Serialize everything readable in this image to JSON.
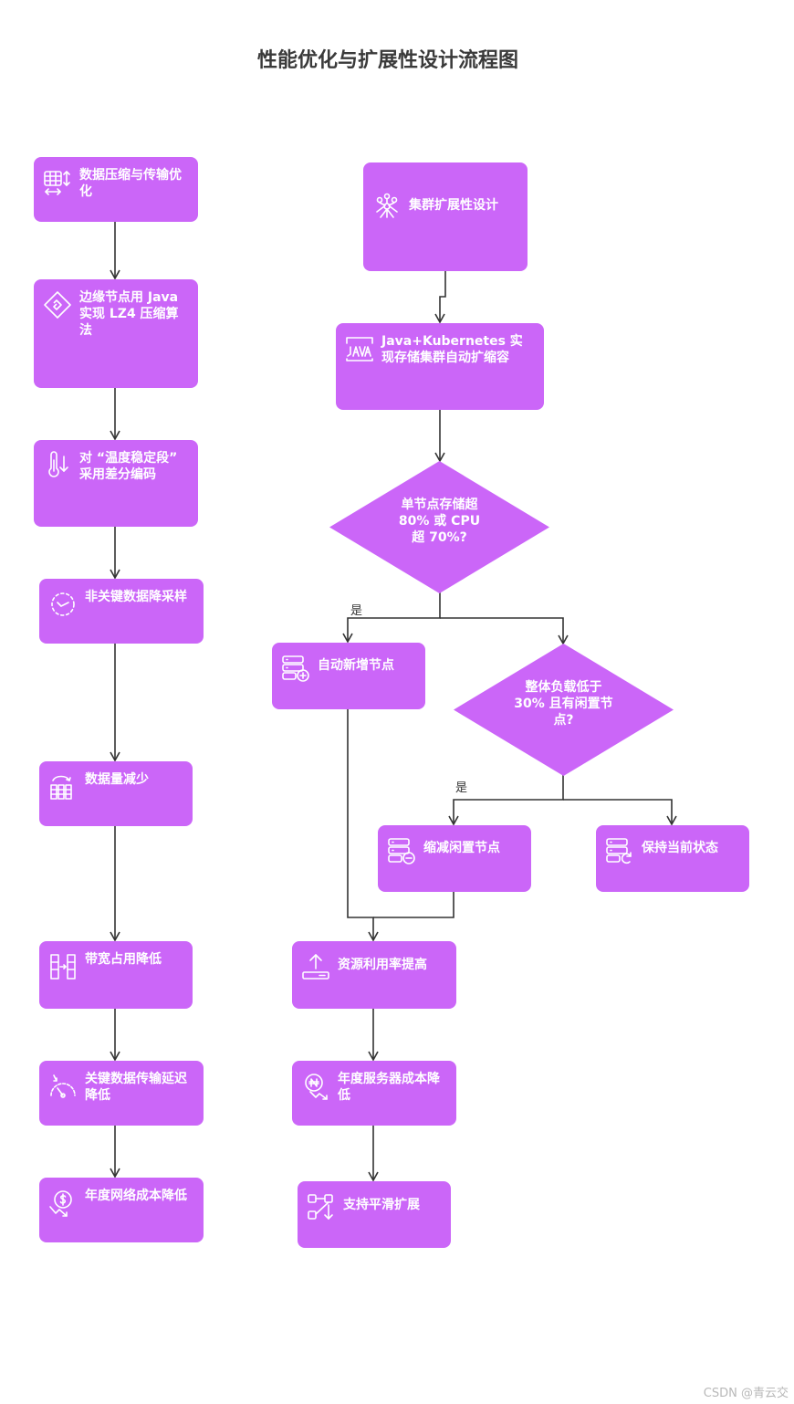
{
  "title": "性能优化与扩展性设计流程图",
  "nodes": {
    "compress": "数据压缩与传输优化",
    "lz4": "边缘节点用 Java 实现 LZ4 压缩算法",
    "diff": "对 “温度稳定段” 采用差分编码",
    "downsample": "非关键数据降采样",
    "volume": "数据量减少",
    "bandwidth": "带宽占用降低",
    "latency": "关键数据传输延迟降低",
    "netcost": "年度网络成本降低",
    "cluster": "集群扩展性设计",
    "k8s": "Java+Kubernetes 实现存储集群自动扩缩容",
    "decision1": "单节点存储超 80% 或 CPU 超 70%?",
    "addnode": "自动新增节点",
    "decision2": "整体负载低于 30% 且有闲置节点?",
    "shrink": "缩减闲置节点",
    "keep": "保持当前状态",
    "utilization": "资源利用率提高",
    "servercost": "年度服务器成本降低",
    "scale": "支持平滑扩展"
  },
  "edge_labels": {
    "yes1": "是",
    "yes2": "是"
  },
  "watermark": "CSDN @青云交",
  "colors": {
    "node": "#cb66f8",
    "edge": "#333333",
    "text": "#ffffff"
  }
}
